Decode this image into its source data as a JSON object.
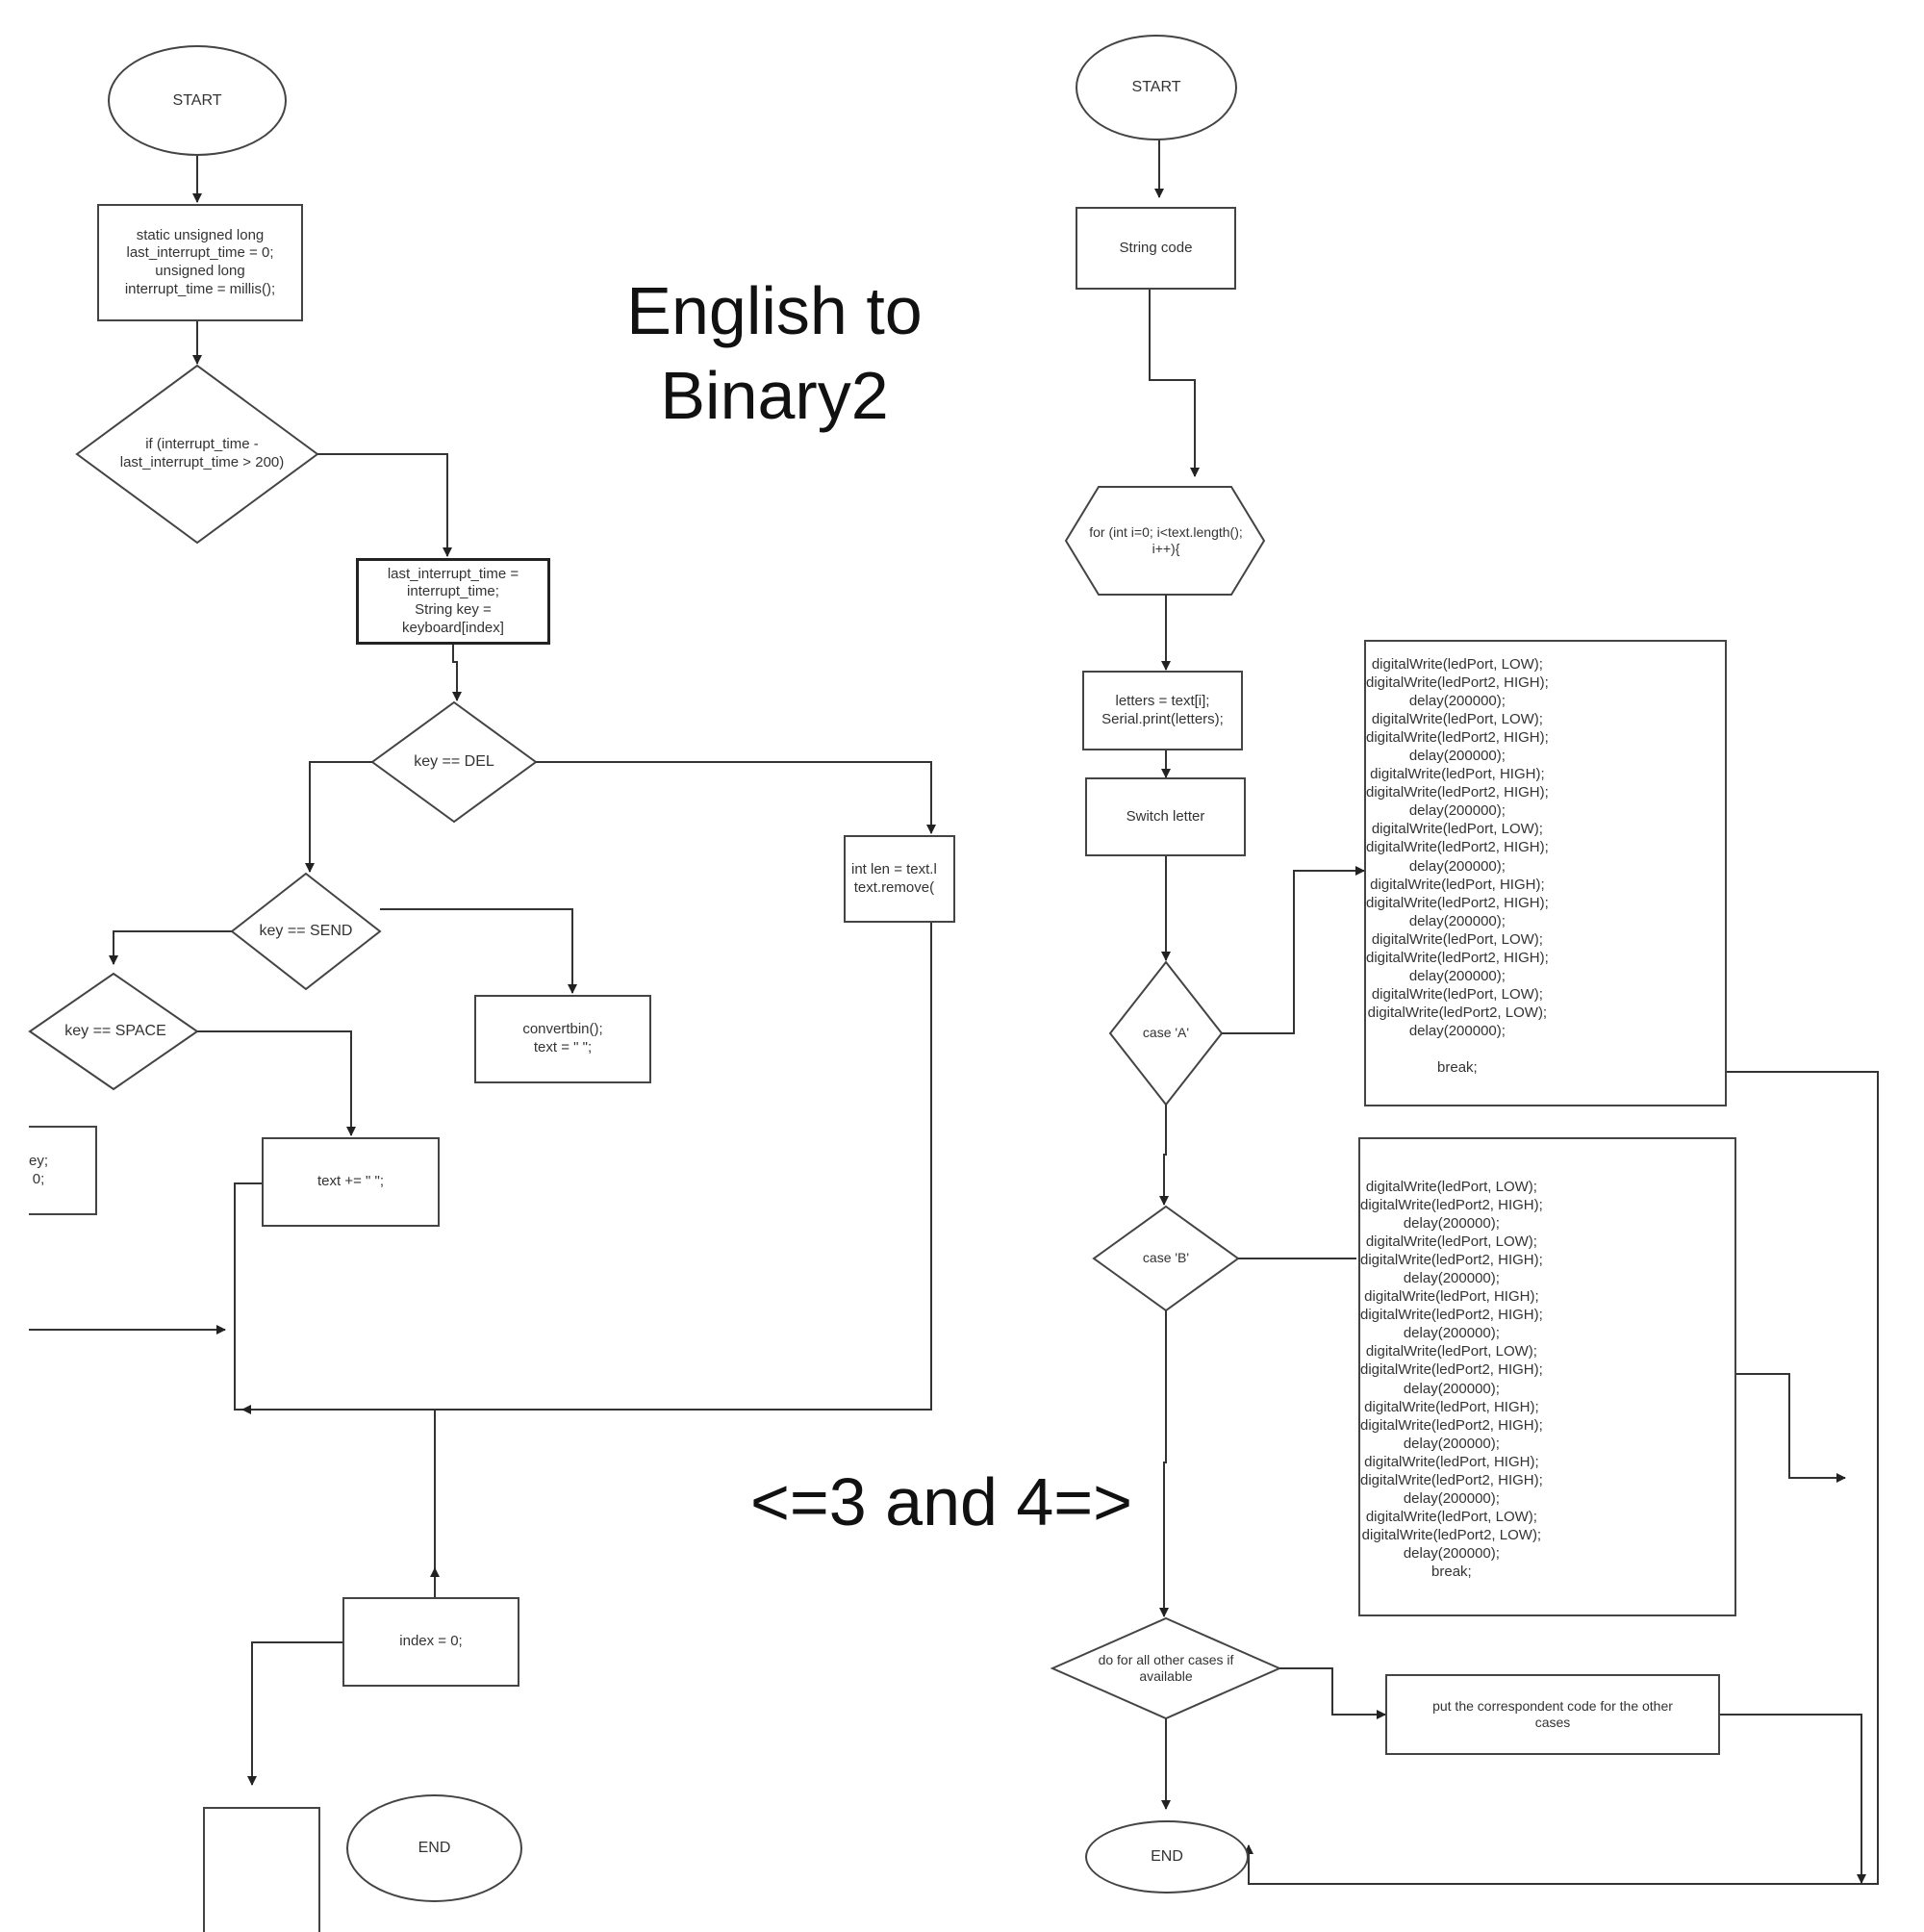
{
  "title": "English to\nBinary2",
  "page_label": "<=3 and 4=>",
  "left_flow": {
    "start": "START",
    "init": "static unsigned long\nlast_interrupt_time = 0;\nunsigned long\ninterrupt_time = millis();",
    "debounce_check": "if (interrupt_time -\nlast_interrupt_time > 200)",
    "assign_key": "last_interrupt_time =\ninterrupt_time;\nString key =\nkeyboard[index]",
    "check_del": "key == DEL",
    "del_action": "int len = text.l\ntext.remove(",
    "check_send": "key == SEND",
    "send_action": "convertbin();\ntext = \" \";",
    "check_space": "key == SPACE",
    "space_action": "text += \" \";",
    "default_action": "ey;\n0;",
    "reset_index": "index = 0;",
    "end": "END"
  },
  "right_flow": {
    "start": "START",
    "declare": "String code",
    "loop": "for (int i=0; i<text.length();\ni++){",
    "read_letter": "letters = text[i];\nSerial.print(letters);",
    "switch": "Switch letter",
    "case_a": "case 'A'",
    "case_a_code": "digitalWrite(ledPort, LOW);\ndigitalWrite(ledPort2, HIGH);\ndelay(200000);\ndigitalWrite(ledPort, LOW);\ndigitalWrite(ledPort2, HIGH);\ndelay(200000);\ndigitalWrite(ledPort, HIGH);\ndigitalWrite(ledPort2, HIGH);\ndelay(200000);\ndigitalWrite(ledPort, LOW);\ndigitalWrite(ledPort2, HIGH);\ndelay(200000);\ndigitalWrite(ledPort, HIGH);\ndigitalWrite(ledPort2, HIGH);\ndelay(200000);\ndigitalWrite(ledPort, LOW);\ndigitalWrite(ledPort2, HIGH);\ndelay(200000);\ndigitalWrite(ledPort, LOW);\ndigitalWrite(ledPort2, LOW);\ndelay(200000);\n\nbreak;",
    "case_b": "case 'B'",
    "case_b_code": "digitalWrite(ledPort, LOW);\ndigitalWrite(ledPort2, HIGH);\ndelay(200000);\ndigitalWrite(ledPort, LOW);\ndigitalWrite(ledPort2, HIGH);\ndelay(200000);\ndigitalWrite(ledPort, HIGH);\ndigitalWrite(ledPort2, HIGH);\ndelay(200000);\ndigitalWrite(ledPort, LOW);\ndigitalWrite(ledPort2, HIGH);\ndelay(200000);\ndigitalWrite(ledPort, HIGH);\ndigitalWrite(ledPort2, HIGH);\ndelay(200000);\ndigitalWrite(ledPort, HIGH);\ndigitalWrite(ledPort2, HIGH);\ndelay(200000);\ndigitalWrite(ledPort, LOW);\ndigitalWrite(ledPort2, LOW);\ndelay(200000);\nbreak;",
    "other_cases": "do for all other cases if\navailable",
    "other_code": "put the correspondent code for the other\ncases",
    "end": "END"
  }
}
